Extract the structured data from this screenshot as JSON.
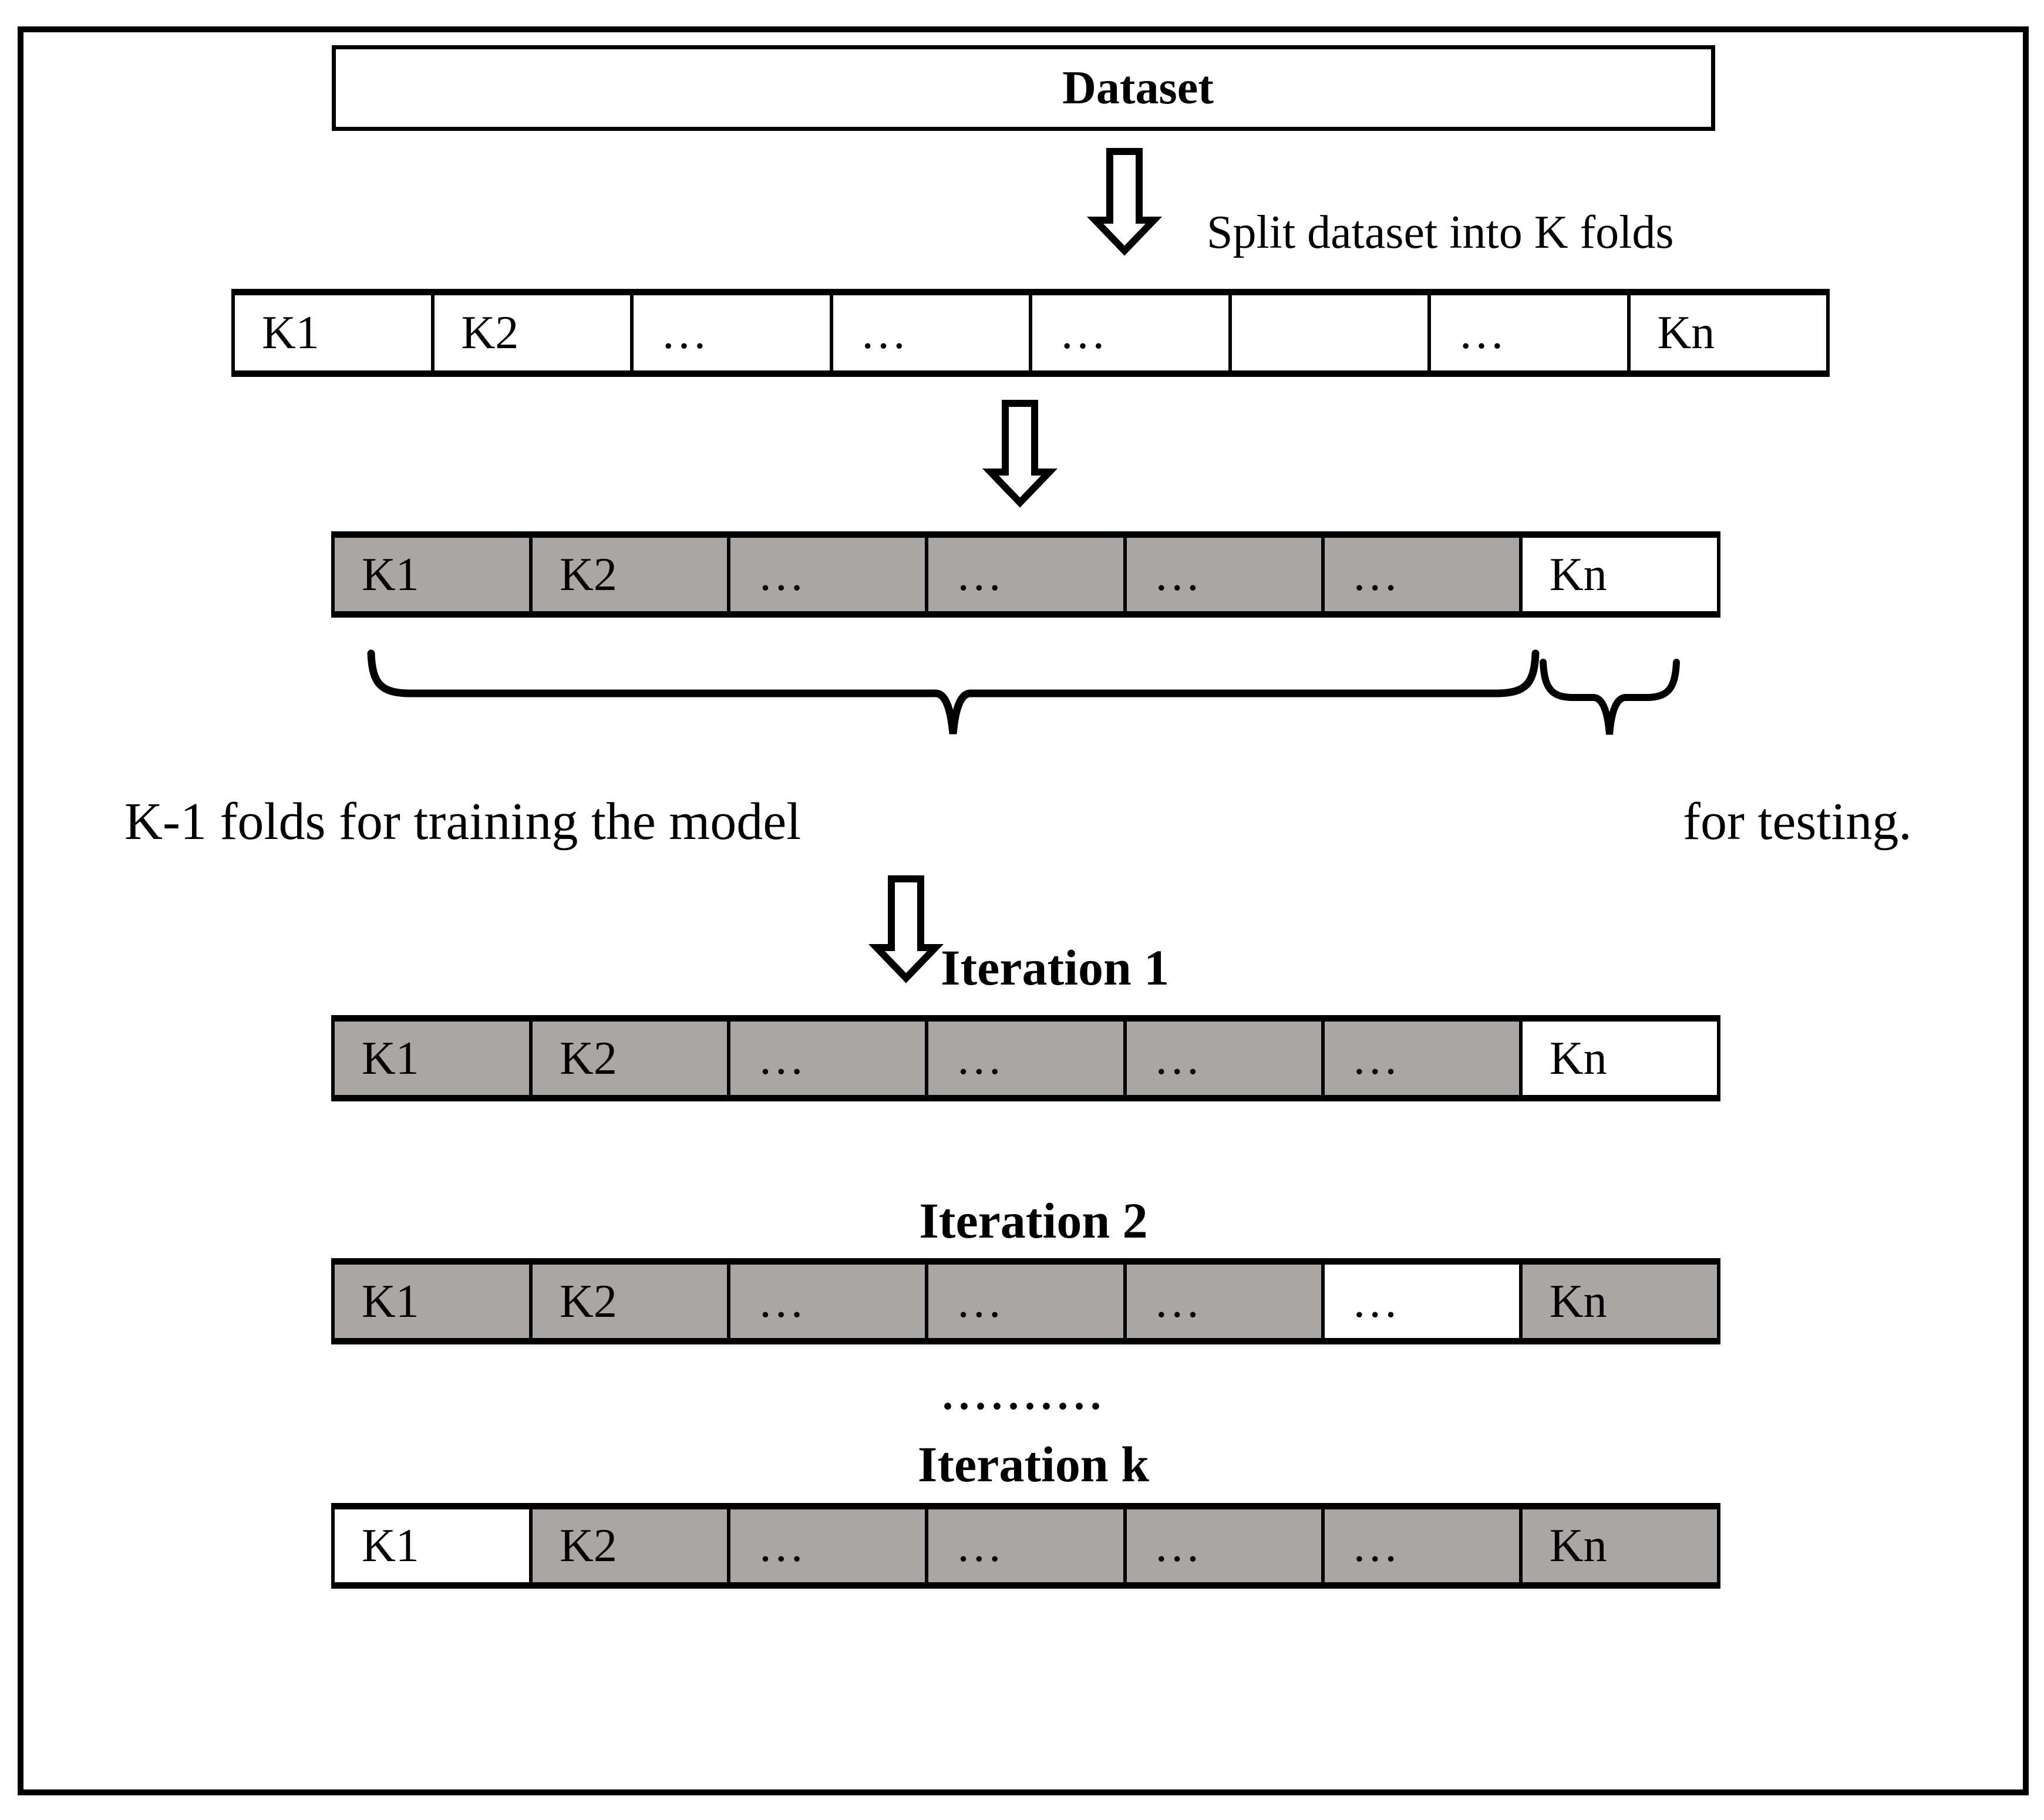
{
  "figure": {
    "dataset_box": {
      "label": "Dataset"
    },
    "split_annotation": "Split dataset into K folds",
    "brace_labels": {
      "training": "K-1 folds for training the model",
      "testing": "for testing."
    },
    "iteration_labels": {
      "first": "Iteration 1",
      "second": "Iteration 2",
      "ellipsis": "..........",
      "last": "Iteration k"
    },
    "colors": {
      "train_fill": "#a9a6a3",
      "test_fill": "#ffffff",
      "line": "#000000"
    },
    "icons": [
      "down-arrow-icon",
      "underbrace-icon"
    ],
    "rows": {
      "split": {
        "cells": [
          {
            "label": "K1",
            "fill": "test"
          },
          {
            "label": "K2",
            "fill": "test"
          },
          {
            "label": "…",
            "fill": "test"
          },
          {
            "label": "…",
            "fill": "test"
          },
          {
            "label": "…",
            "fill": "test"
          },
          {
            "label": "",
            "fill": "test"
          },
          {
            "label": "…",
            "fill": "test"
          },
          {
            "label": "Kn",
            "fill": "test"
          }
        ]
      },
      "traintest": {
        "cells": [
          {
            "label": "K1",
            "fill": "train"
          },
          {
            "label": "K2",
            "fill": "train"
          },
          {
            "label": "…",
            "fill": "train"
          },
          {
            "label": "…",
            "fill": "train"
          },
          {
            "label": "…",
            "fill": "train"
          },
          {
            "label": "…",
            "fill": "train"
          },
          {
            "label": "Kn",
            "fill": "test"
          }
        ]
      },
      "iter1": {
        "cells": [
          {
            "label": "K1",
            "fill": "train"
          },
          {
            "label": "K2",
            "fill": "train"
          },
          {
            "label": "…",
            "fill": "train"
          },
          {
            "label": "…",
            "fill": "train"
          },
          {
            "label": "…",
            "fill": "train"
          },
          {
            "label": "…",
            "fill": "train"
          },
          {
            "label": "Kn",
            "fill": "test"
          }
        ]
      },
      "iter2": {
        "cells": [
          {
            "label": "K1",
            "fill": "train"
          },
          {
            "label": "K2",
            "fill": "train"
          },
          {
            "label": "…",
            "fill": "train"
          },
          {
            "label": "…",
            "fill": "train"
          },
          {
            "label": "…",
            "fill": "train"
          },
          {
            "label": "…",
            "fill": "test"
          },
          {
            "label": "Kn",
            "fill": "train"
          }
        ]
      },
      "iterk": {
        "cells": [
          {
            "label": "K1",
            "fill": "test"
          },
          {
            "label": "K2",
            "fill": "train"
          },
          {
            "label": "…",
            "fill": "train"
          },
          {
            "label": "…",
            "fill": "train"
          },
          {
            "label": "…",
            "fill": "train"
          },
          {
            "label": "…",
            "fill": "train"
          },
          {
            "label": "Kn",
            "fill": "train"
          }
        ]
      }
    }
  }
}
